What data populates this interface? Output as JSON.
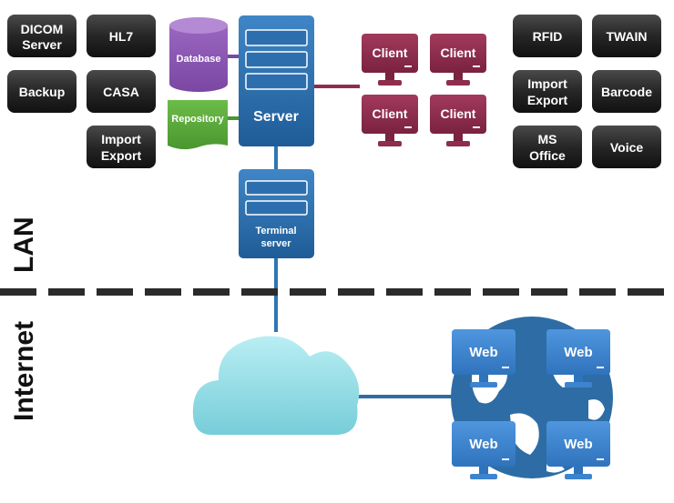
{
  "left_modules": [
    {
      "id": "dicom",
      "lines": [
        "DICOM",
        "Server"
      ]
    },
    {
      "id": "hl7",
      "lines": [
        "HL7"
      ]
    },
    {
      "id": "backup",
      "lines": [
        "Backup"
      ]
    },
    {
      "id": "casa",
      "lines": [
        "CASA"
      ]
    },
    {
      "id": "import-export",
      "lines": [
        "Import",
        "Export"
      ]
    }
  ],
  "right_modules": [
    {
      "id": "rfid",
      "lines": [
        "RFID"
      ]
    },
    {
      "id": "twain",
      "lines": [
        "TWAIN"
      ]
    },
    {
      "id": "import-export",
      "lines": [
        "Import",
        "Export"
      ]
    },
    {
      "id": "barcode",
      "lines": [
        "Barcode"
      ]
    },
    {
      "id": "ms-office",
      "lines": [
        "MS",
        "Office"
      ]
    },
    {
      "id": "voice",
      "lines": [
        "Voice"
      ]
    }
  ],
  "database_label": "Database",
  "repository_label": "Repository",
  "server_label": "Server",
  "terminal_server_lines": [
    "Terminal",
    "server"
  ],
  "client_label": "Client",
  "web_label": "Web",
  "zone_lan": "LAN",
  "zone_internet": "Internet",
  "colors": {
    "module_bg": "#232323",
    "server_blue": "#2f75b3",
    "client_red": "#8e2d4c",
    "database_purple": "#8a55b0",
    "repository_green": "#59a83a",
    "cloud": "#8fd9e3",
    "globe": "#2e6ca5",
    "web_blue": "#3d84cf"
  }
}
